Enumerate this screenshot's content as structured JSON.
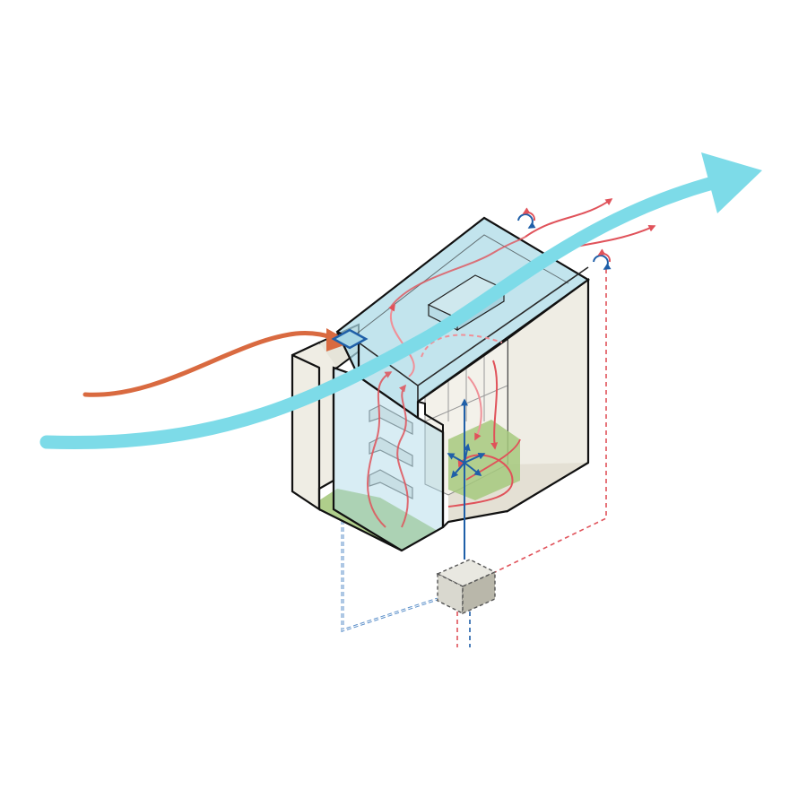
{
  "diagram": {
    "colors": {
      "background": "#ffffff",
      "wind_flow": "#7ddbe8",
      "warm_air_inflow": "#d96a40",
      "internal_air_flow": "#e0525a",
      "cool_air_flow": "#1f5fa8",
      "glass_volume": "#a8d8e6",
      "wall_fill": "#efede4",
      "floor_fill": "#e4e0d4",
      "planted_floor": "#a6c97e",
      "unit_box": "#d9d8cf"
    },
    "icons": [
      "wind-flow-arrow",
      "warm-air-arrow",
      "recirculation-icon",
      "air-inlet-icon",
      "mechanical-unit"
    ]
  }
}
